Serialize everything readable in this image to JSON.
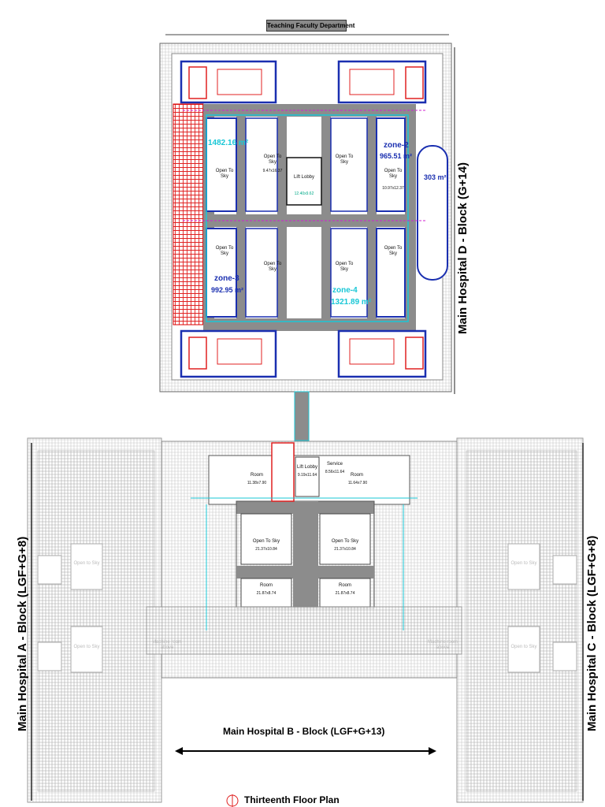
{
  "header": {
    "department": "Teaching Faculty Department"
  },
  "blocks": {
    "d": "Main Hospital  D - Block (G+14)",
    "a": "Main Hospital  A - Block (LGF+G+8)",
    "b": "Main Hospital  B - Block (LGF+G+13)",
    "c": "Main Hospital  C - Block (LGF+G+8)"
  },
  "zones": {
    "zone1_area": "1482.16 m²",
    "zone2": "zone-2",
    "zone2_area": "965.51 m²",
    "zone3": "zone-3",
    "zone3_area": "992.95 m²",
    "zone4": "zone-4",
    "zone4_area": "1321.89 m²",
    "extra_area": "303 m²"
  },
  "rooms": {
    "open_to_sky": "Open To Sky",
    "open_to_sky_lc": "Open to Sky",
    "lift_lobby": "Lift Lobby",
    "lift_lobby_dim": "9.19x11.64",
    "lift_lobby_top_dim": "12.40x9.62",
    "room": "Room",
    "room_dim_1": "11.38x7.90",
    "room_dim_2": "11.64x7.90",
    "room_dim_3": "21.87x8.74",
    "ots_dim_1": "21.37x10.84",
    "ots_dim_2": "21.37x10.84",
    "ots_dim_3": "10.97x12.37",
    "ots_dim_4": "9.47x16.37",
    "service": "Service",
    "service_dim": "8.56x11.64",
    "machine_room": "Machine room above",
    "machine_dim": "16.90x9.17"
  },
  "footer": {
    "title": "Thirteenth Floor Plan"
  }
}
